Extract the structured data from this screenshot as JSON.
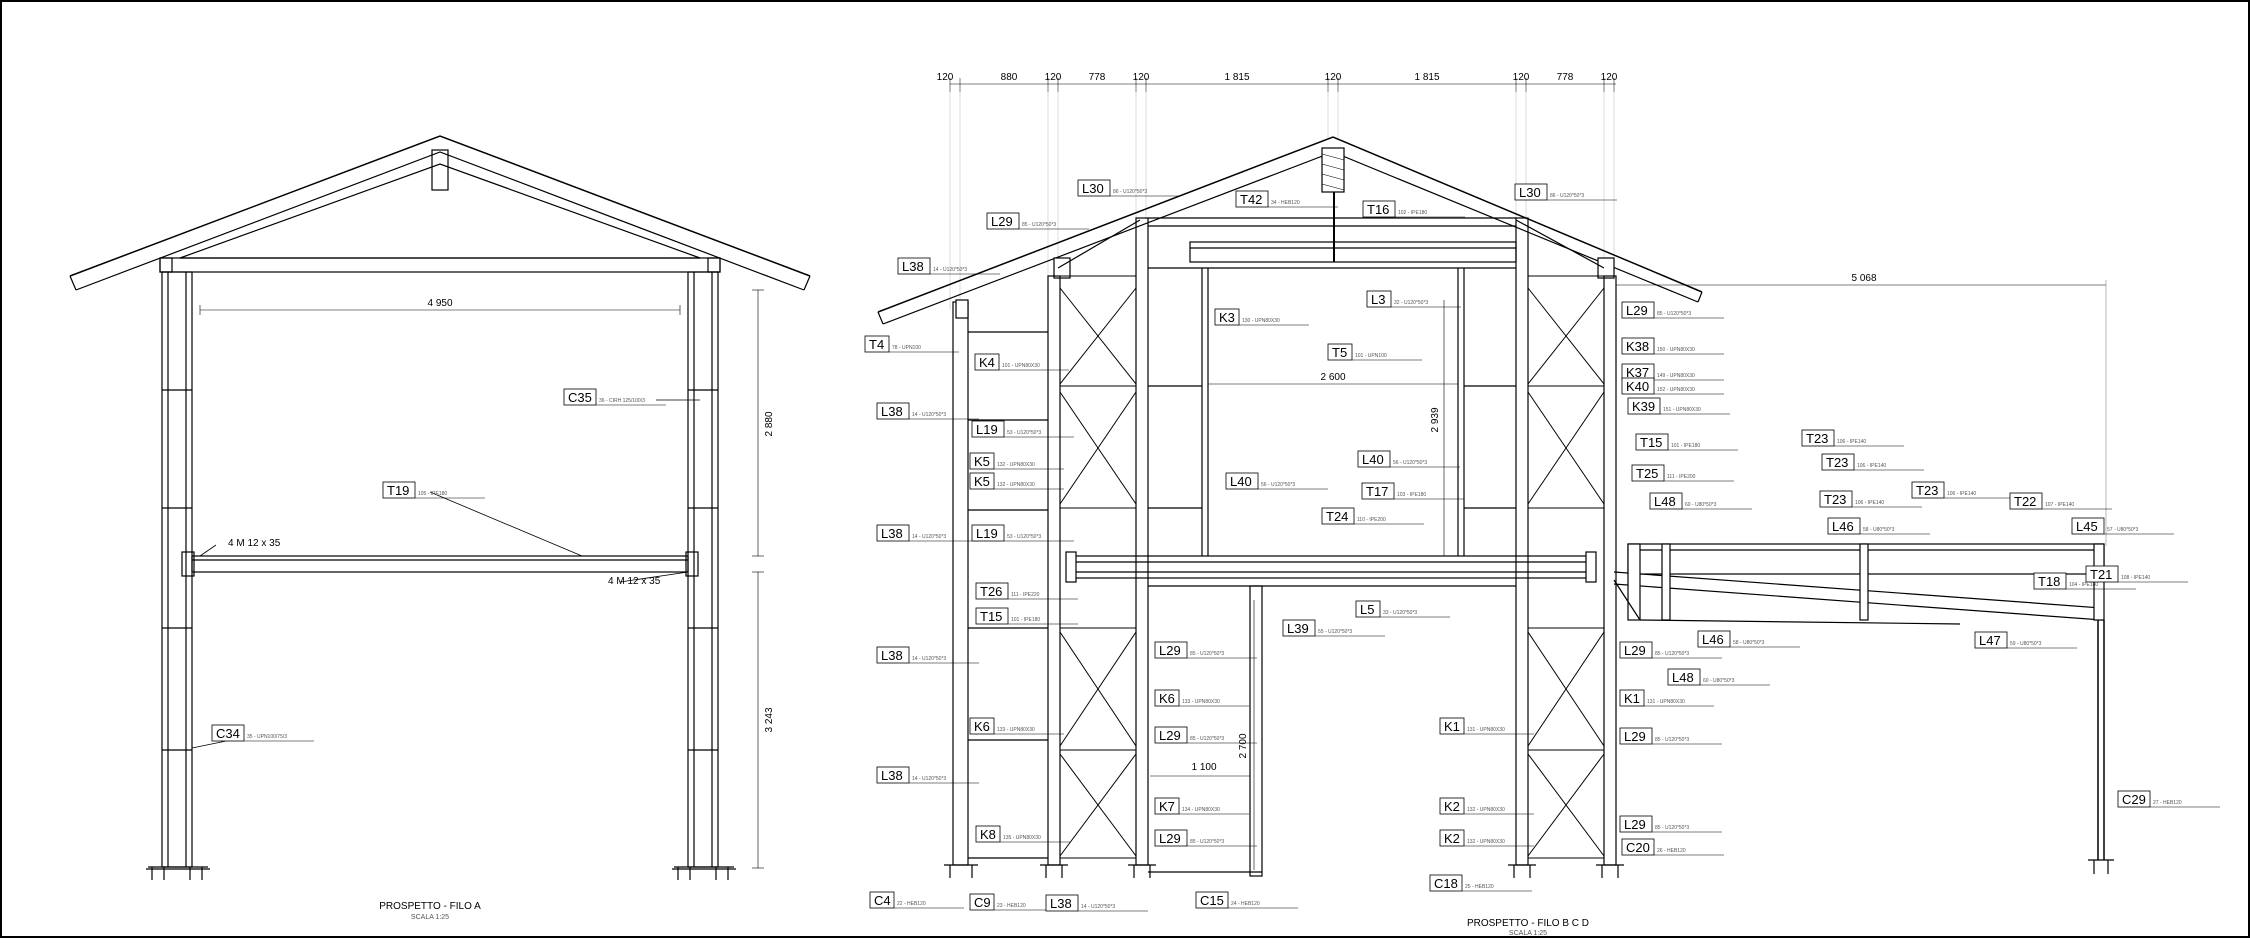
{
  "left_view": {
    "title": "PROSPETTO - FILO A",
    "scale": "SCALA 1:25",
    "dims": {
      "width": "4 950",
      "upper_height": "2 880",
      "lower_height": "3 243"
    },
    "notes": {
      "bolt_left": "4 M 12 x 35",
      "bolt_right": "4 M 12 x 35"
    },
    "tags": [
      {
        "id": "C35",
        "desc": "36 - CIRH 125/100/3"
      },
      {
        "id": "T19",
        "desc": "105 - IPE180"
      },
      {
        "id": "C34",
        "desc": "35 - UPN100/75/3"
      }
    ]
  },
  "right_view": {
    "title": "PROSPETTO - FILO B C D",
    "scale": "SCALA 1:25",
    "top_dims": [
      "120",
      "880",
      "120",
      "778",
      "120",
      "1 815",
      "120",
      "1 815",
      "120",
      "778",
      "120"
    ],
    "dims": {
      "inner_width": "2 600",
      "inner_height": "2 939",
      "span": "5 068",
      "door_width": "1 100",
      "door_height": "2 700"
    },
    "tags": [
      {
        "id": "L30",
        "desc": "86 - U120*50*3"
      },
      {
        "id": "T42",
        "desc": "34 - HEB120"
      },
      {
        "id": "T16",
        "desc": "102 - IPE180"
      },
      {
        "id": "L30",
        "desc": "86 - U120*50*3"
      },
      {
        "id": "L29",
        "desc": "85 - U120*50*3"
      },
      {
        "id": "L38",
        "desc": "14 - U120*50*3"
      },
      {
        "id": "K3",
        "desc": "130 - UPN80X30"
      },
      {
        "id": "L3",
        "desc": "32 - U120*50*3"
      },
      {
        "id": "T5",
        "desc": "101 - UPN100"
      },
      {
        "id": "T4",
        "desc": "78 - UPN100"
      },
      {
        "id": "K4",
        "desc": "101 - UPN80X30"
      },
      {
        "id": "L38",
        "desc": "14 - U120*50*3"
      },
      {
        "id": "L19",
        "desc": "53 - U120*50*3"
      },
      {
        "id": "K5",
        "desc": "132 - UPN80X30"
      },
      {
        "id": "K5",
        "desc": "132 - UPN80X30"
      },
      {
        "id": "L40",
        "desc": "56 - U120*50*3"
      },
      {
        "id": "L40",
        "desc": "56 - U120*50*3"
      },
      {
        "id": "T17",
        "desc": "103 - IPE180"
      },
      {
        "id": "T24",
        "desc": "110 - IPE200"
      },
      {
        "id": "L38",
        "desc": "14 - U120*50*3"
      },
      {
        "id": "L19",
        "desc": "53 - U120*50*3"
      },
      {
        "id": "T26",
        "desc": "111 - IPE220"
      },
      {
        "id": "T15",
        "desc": "101 - IPE180"
      },
      {
        "id": "L5",
        "desc": "33 - U120*50*3"
      },
      {
        "id": "L39",
        "desc": "55 - U120*50*3"
      },
      {
        "id": "L38",
        "desc": "14 - U120*50*3"
      },
      {
        "id": "L29",
        "desc": "85 - U120*50*3"
      },
      {
        "id": "K6",
        "desc": "133 - UPN80X30"
      },
      {
        "id": "K6",
        "desc": "133 - UPN80X30"
      },
      {
        "id": "L29",
        "desc": "85 - U120*50*3"
      },
      {
        "id": "L38",
        "desc": "14 - U120*50*3"
      },
      {
        "id": "K7",
        "desc": "134 - UPN80X30"
      },
      {
        "id": "K8",
        "desc": "135 - UPN80X30"
      },
      {
        "id": "L29",
        "desc": "85 - U120*50*3"
      },
      {
        "id": "C4",
        "desc": "22 - HEB120"
      },
      {
        "id": "C9",
        "desc": "23 - HEB120"
      },
      {
        "id": "L38",
        "desc": "14 - U120*50*3"
      },
      {
        "id": "C15",
        "desc": "24 - HEB120"
      },
      {
        "id": "L29",
        "desc": "85 - U120*50*3"
      },
      {
        "id": "K38",
        "desc": "150 - UPN80X30"
      },
      {
        "id": "K37",
        "desc": "149 - UPN80X30"
      },
      {
        "id": "K40",
        "desc": "152 - UPN80X30"
      },
      {
        "id": "K39",
        "desc": "151 - UPN80X30"
      },
      {
        "id": "T15",
        "desc": "101 - IPE180"
      },
      {
        "id": "T25",
        "desc": "111 - IPE200"
      },
      {
        "id": "L48",
        "desc": "60 - U80*50*3"
      },
      {
        "id": "T23",
        "desc": "106 - IPE140"
      },
      {
        "id": "T23",
        "desc": "106 - IPE140"
      },
      {
        "id": "T23",
        "desc": "106 - IPE140"
      },
      {
        "id": "T23",
        "desc": "106 - IPE140"
      },
      {
        "id": "T22",
        "desc": "107 - IPE140"
      },
      {
        "id": "L46",
        "desc": "58 - U80*50*3"
      },
      {
        "id": "L45",
        "desc": "57 - U80*50*3"
      },
      {
        "id": "T21",
        "desc": "108 - IPE140"
      },
      {
        "id": "T18",
        "desc": "104 - IPE180"
      },
      {
        "id": "L46",
        "desc": "58 - U80*50*3"
      },
      {
        "id": "L47",
        "desc": "59 - U80*50*3"
      },
      {
        "id": "L29",
        "desc": "85 - U120*50*3"
      },
      {
        "id": "L48",
        "desc": "60 - U80*50*3"
      },
      {
        "id": "K1",
        "desc": "131 - UPN80X30"
      },
      {
        "id": "K1",
        "desc": "131 - UPN80X30"
      },
      {
        "id": "L29",
        "desc": "85 - U120*50*3"
      },
      {
        "id": "K2",
        "desc": "132 - UPN80X30"
      },
      {
        "id": "K2",
        "desc": "132 - UPN80X30"
      },
      {
        "id": "L29",
        "desc": "85 - U120*50*3"
      },
      {
        "id": "C20",
        "desc": "26 - HEB120"
      },
      {
        "id": "C18",
        "desc": "25 - HEB120"
      },
      {
        "id": "C29",
        "desc": "27 - HEB120"
      }
    ]
  }
}
